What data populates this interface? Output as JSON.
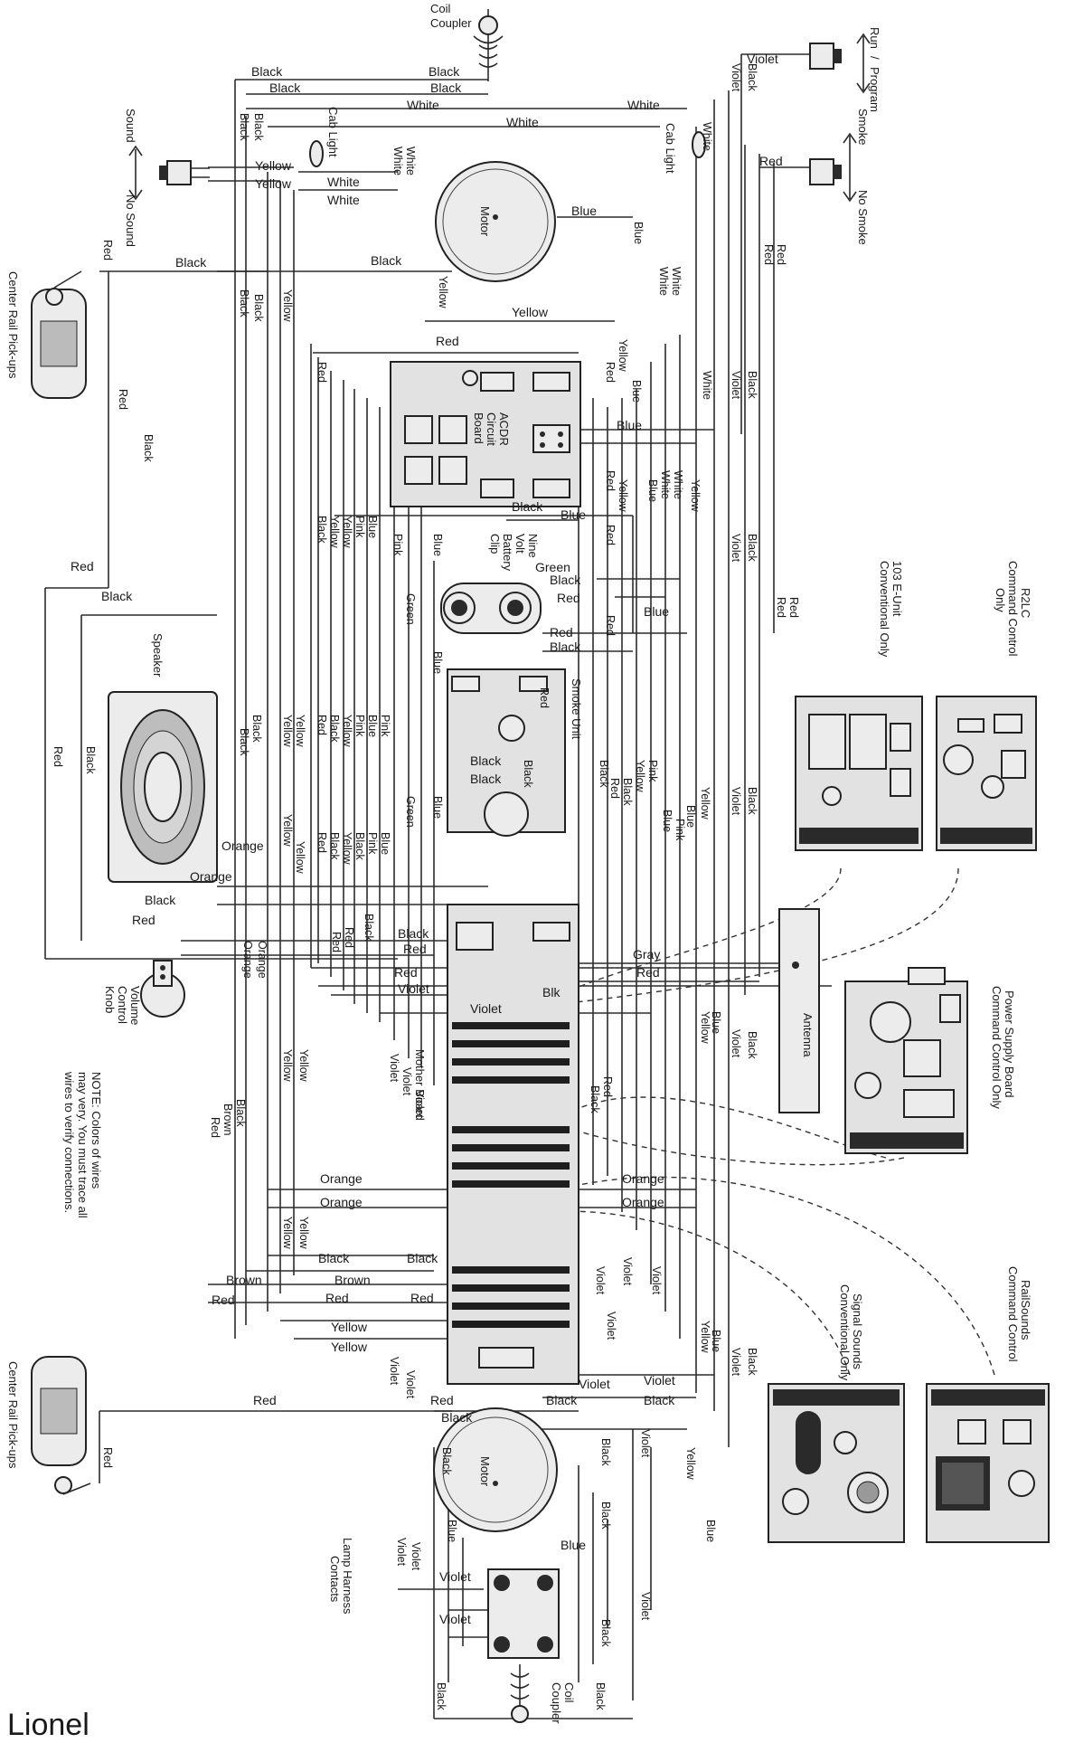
{
  "brand": "Lionel",
  "note": [
    "NOTE: Colors of wires",
    "may very. You must trace all",
    "wires to verify connections."
  ],
  "switches": {
    "sound": {
      "top": "Sound",
      "bottom": "No Sound"
    },
    "run": {
      "top": "Run",
      "sep": "/",
      "bottom": "Program"
    },
    "smoke": {
      "top": "Smoke",
      "bottom": "No Smoke"
    }
  },
  "components": {
    "coil_coupler_top": [
      "Coil",
      "Coupler"
    ],
    "coil_coupler_bottom": [
      "Coil",
      "Coupler"
    ],
    "cab_light_left": "Cab Light",
    "cab_light_right": "Cab Light",
    "motor_top": "Motor",
    "motor_bottom": "Motor",
    "acdr_board": [
      "ACDR",
      "Circuit",
      "Board"
    ],
    "battery_clip": [
      "Nine",
      "Volt",
      "Battery",
      "Clip"
    ],
    "smoke_unit": "Smoke Unit",
    "speaker": "Speaker",
    "volume_knob": [
      "Volume",
      "Control",
      "Knob"
    ],
    "mother_board": "Mother Board",
    "antenna": "Antenna",
    "lamp_harness": [
      "Lamp Harness",
      "Contacts"
    ],
    "pickups_top": "Center Rail Pick-ups",
    "pickups_bottom": "Center Rail Pick-ups"
  },
  "boards": {
    "r2lc": [
      "R2LC",
      "Command Control",
      "Only"
    ],
    "e_unit": [
      "103 E-Unit",
      "Conventional Only"
    ],
    "power_supply": [
      "Power Supply Board",
      "Command Control Only"
    ],
    "railsounds": [
      "RailSounds",
      "Command Control"
    ],
    "signal_sounds": [
      "Signal Sounds",
      "Conventional Only"
    ]
  },
  "wire_labels": {
    "black": "Black",
    "white": "White",
    "yellow": "Yellow",
    "blue": "Blue",
    "red": "Red",
    "green": "Green",
    "pink": "Pink",
    "violet": "Violet",
    "orange": "Orange",
    "brown": "Brown",
    "gray": "Gray",
    "blk": "Blk"
  }
}
